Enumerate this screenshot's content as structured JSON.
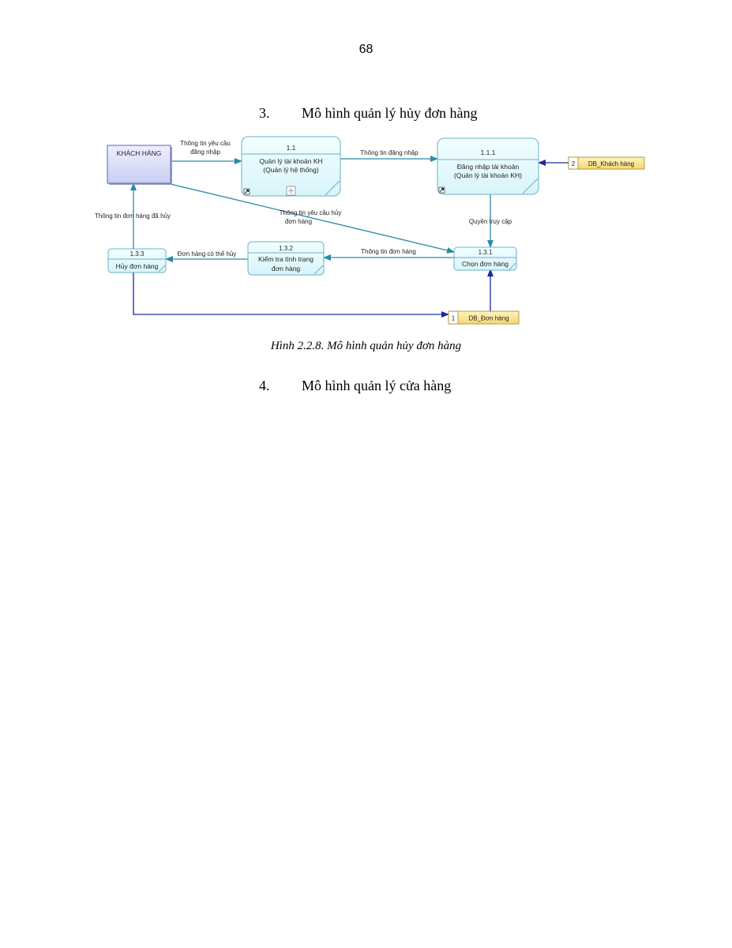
{
  "page_number": "68",
  "section3": {
    "number": "3.",
    "title": "Mô hình quản lý hủy đơn hàng"
  },
  "diagram": {
    "entity": {
      "label": "KHÁCH HÀNG"
    },
    "processes": {
      "p11": {
        "id": "1.1",
        "line1": "Quản lý tài khoản KH",
        "line2": "(Quản lý hệ thống)"
      },
      "p111": {
        "id": "1.1.1",
        "line1": "Đăng nhập tài khoản",
        "line2": "(Quản lý tài khoản KH)"
      },
      "p131": {
        "id": "1.3.1",
        "line1": "Chọn đơn hàng"
      },
      "p132": {
        "id": "1.3.2",
        "line1": "Kiểm tra tình trạng",
        "line2": "đơn hàng"
      },
      "p133": {
        "id": "1.3.3",
        "line1": "Hủy đơn hàng"
      }
    },
    "stores": {
      "kh": {
        "num": "2",
        "name": "DB_Khách hàng"
      },
      "dh": {
        "num": "1",
        "name": "DB_Đơn hàng"
      }
    },
    "flows": {
      "login_req_1": "Thông tin yêu cầu",
      "login_req_2": "đăng nhập",
      "login_info": "Thông tin đăng nhập",
      "access": "Quyền truy cập",
      "cancel_req_1": "Thông tin yêu cầu hủy",
      "cancel_req_2": "đơn hàng",
      "order_info": "Thông tin đơn hàng",
      "cancelable": "Đơn hàng có thể hủy",
      "cancelled_info": "Thông tin đơn hàng đã hủy"
    }
  },
  "caption": "Hình 2.2.8. Mô hình quản hủy đơn hàng",
  "section4": {
    "number": "4.",
    "title": "Mô hình quản lý cửa hàng"
  }
}
